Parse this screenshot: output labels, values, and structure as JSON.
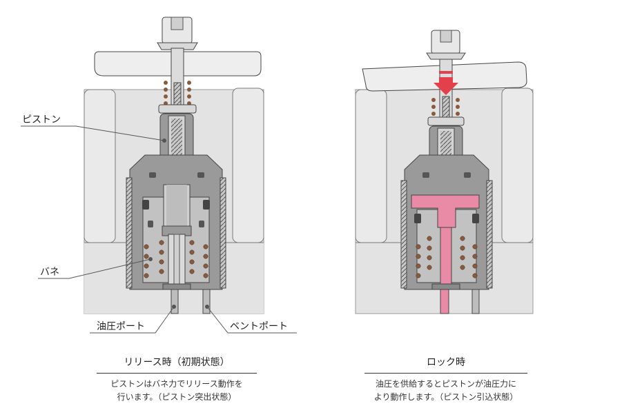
{
  "labels": {
    "piston": "ピストン",
    "spring": "バネ",
    "oil_port": "油圧ポート",
    "vent_port": "ベントポート"
  },
  "release": {
    "title": "リリース時（初期状態）",
    "desc_line1": "ピストンはバネ力でリリース動作を",
    "desc_line2": "行います。（ピストン突出状態）"
  },
  "lock": {
    "title": "ロック時",
    "desc_line1": "油圧を供給するとピストンが油圧力に",
    "desc_line2": "より動作します。（ピストン引込状態）"
  },
  "colors": {
    "block": "#e3e3e3",
    "metal": "#9a9a9a",
    "metal_light": "#c2c2c2",
    "outline": "#444444",
    "spring": "#8a5a3c",
    "oil": "#e98aa6",
    "arrow": "#e4404b"
  },
  "icons": {
    "lock_arrow": "down-arrow-icon"
  }
}
